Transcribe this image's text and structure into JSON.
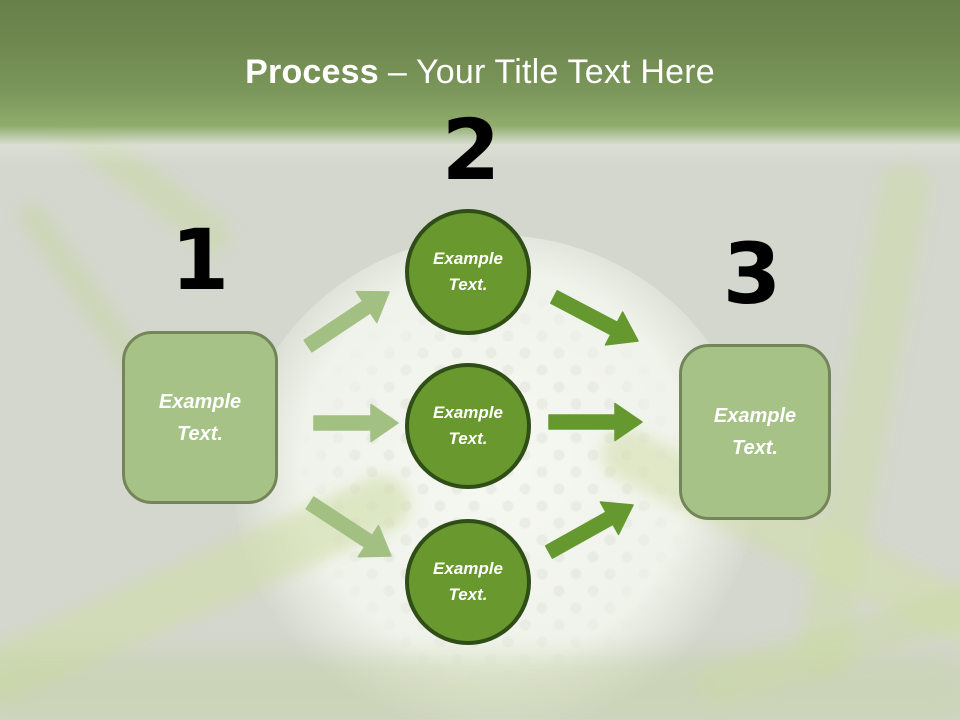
{
  "title": {
    "bold_part": "Process",
    "regular_part": "– Your Title Text Here"
  },
  "numbers": {
    "one": "1",
    "two": "2",
    "three": "3"
  },
  "left_box": {
    "text": "Example Text."
  },
  "right_box": {
    "text": "Example Text."
  },
  "circles": [
    {
      "text": "Example Text."
    },
    {
      "text": "Example Text."
    },
    {
      "text": "Example Text."
    }
  ],
  "icons": {
    "left_arrows": "arrow-right-icon (light green, x3: up-diagonal, horizontal, down-diagonal)",
    "right_arrows": "arrow-right-icon (dark green, x3: down-diagonal, horizontal, up-diagonal)"
  },
  "colors": {
    "header_green_top": "#67804A",
    "header_green_mid": "#7B975A",
    "header_green_bottom": "#8FAC6B",
    "title_text": "#FFFFFF",
    "number_text": "#000000",
    "box_fill": "#A7C287",
    "box_border": "#75855A",
    "box_text": "#FFFFFF",
    "circle_fill": "#68982E",
    "circle_border": "#2F4D17",
    "circle_text": "#FFFFFF",
    "arrow_light": "#A3C083",
    "arrow_dark": "#65992F",
    "background_base": "#D3D7CD"
  }
}
